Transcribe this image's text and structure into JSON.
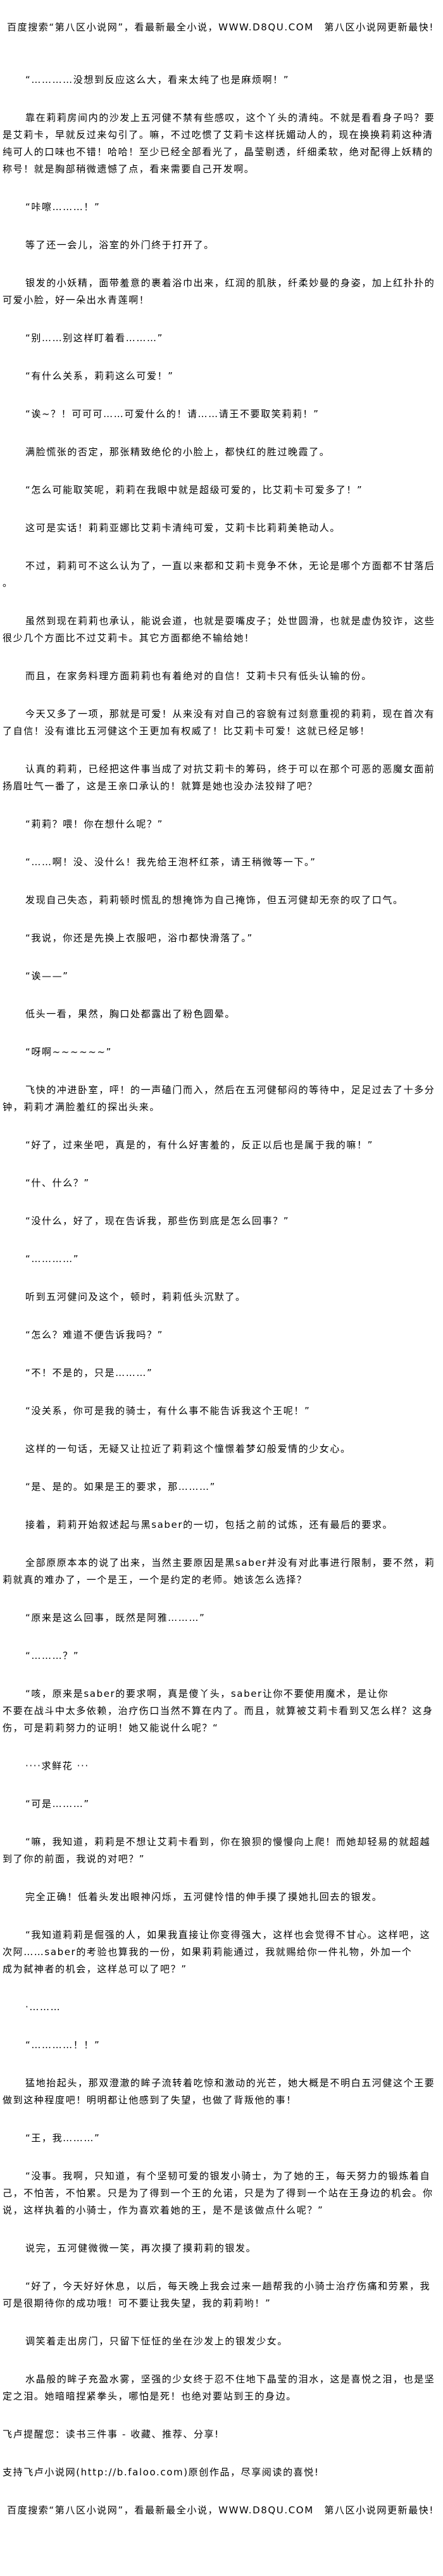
{
  "header_banner": "百度搜索“第八区小说网”，看最新最全小说，WWW.D8QU.COM　第八区小说网更新最快!",
  "paragraphs": [
    "“…………没想到反应这么大，看来太纯了也是麻烦啊！”",
    "靠在莉莉房间内的沙发上五河健不禁有些感叹，这个丫头的清纯。不就是看看身子吗？要是艾莉卡，早就反过来勾引了。嘛，不过吃惯了艾莉卡这样抚媚动人的，现在换换莉莉这种清纯可人的口味也不错！哈哈！至少已经全部看光了，晶莹剔透，纤细柔软，绝对配得上妖精的称号！就是胸部稍微遗憾了点，看来需要自己开发啊。",
    "“咔嚓………！”",
    "等了还一会儿，浴室的外门终于打开了。",
    "银发的小妖精，面带羞意的裹着浴巾出来，红润的肌肤，纤柔妙曼的身姿，加上红扑扑的可爱小脸，好一朵出水青莲啊！",
    "“别……别这样盯着看………”",
    "“有什么关系，莉莉这么可爱！”",
    "“诶~？！可可可……可爱什么的！请……请王不要取笑莉莉！”",
    "满脸慌张的否定，那张精致绝伦的小脸上，都快红的胜过晚霞了。",
    "“怎么可能取笑呢，莉莉在我眼中就是超级可爱的，比艾莉卡可爱多了！”",
    "这可是实话！莉莉亚娜比艾莉卡清纯可爱，艾莉卡比莉莉美艳动人。",
    "不过，莉莉可不这么认为了，一直以来都和艾莉卡竞争不休，无论是哪个方面都不甘落后。",
    "虽然到现在莉莉也承认，能说会道，也就是耍嘴皮子；处世圆滑，也就是虚伪狡诈，这些很少几个方面比不过艾莉卡。其它方面都绝不输给她！",
    "而且，在家务料理方面莉莉也有着绝对的自信！艾莉卡只有低头认输的份。",
    "今天又多了一项，那就是可爱！从来没有对自己的容貌有过刻意重视的莉莉，现在首次有了自信！没有谁比五河健这个王更加有权威了！比艾莉卡可爱！这就已经足够！",
    "认真的莉莉，已经把这件事当成了对抗艾莉卡的筹码，终于可以在那个可恶的恶魔女面前扬眉吐气一番了，这是王亲口承认的！就算是她也没办法狡辩了吧？",
    "“莉莉？喂！你在想什么呢？”",
    "“……啊！没、没什么！我先给王泡杯红茶，请王稍微等一下。”",
    "发现自己失态，莉莉顿时慌乱的想掩饰为自己掩饰，但五河健却无奈的叹了口气。",
    "“我说，你还是先换上衣服吧，浴巾都快滑落了。”",
    "“诶——”",
    "低头一看，果然，胸口处都露出了粉色圆晕。",
    "“呀啊~~~~~~”",
    "飞快的冲进卧室，呯！的一声磕门而入，然后在五河健郁闷的等待中，足足过去了十多分钟，莉莉才满脸羞红的探出头来。",
    "“好了，过来坐吧，真是的，有什么好害羞的，反正以后也是属于我的嘛！”",
    "“什、什么？”",
    "“没什么，好了，现在告诉我，那些伤到底是怎么回事？”",
    "“…………”",
    "听到五河健问及这个，顿时，莉莉低头沉默了。",
    "“怎么？难道不便告诉我吗？”",
    "“不！不是的，只是………”",
    "“没关系，你可是我的骑士，有什么事不能告诉我这个王呢！”",
    "这样的一句话，无疑又让拉近了莉莉这个憧憬着梦幻般爱情的少女心。",
    "“是、是的。如果是王的要求，那………”",
    "接着，莉莉开始叙述起与黑saber的一切，包括之前的试炼，还有最后的要求。",
    "全部原原本本的说了出来，当然主要原因是黑saber并没有对此事进行限制，要不然，莉莉就真的难办了，一个是王，一个是约定的老师。她该怎么选择？",
    "“原来是这么回事，既然是阿雅………”",
    "“………？”",
    "“咳，原来是saber的要求啊，真是傻丫头，saber让你不要使用魔术，是让你\n不要在战斗中太多依赖，治疗伤口当然不算在内了。而且，就算被艾莉卡看到又怎么样？这身伤，可是莉莉努力的证明！她又能说什么呢？“",
    " ····求鲜花 ···",
    "“可是………”",
    "“嘛，我知道，莉莉是不想让艾莉卡看到，你在狼狈的慢慢向上爬！而她却轻易的就超越到了你的前面，我说的对吧？”",
    "完全正确！低着头发出眼神闪烁，五河健怜惜的伸手摸了摸她扎回去的银发。",
    "“我知道莉莉是倔强的人，如果我直接让你变得强大，这样也会觉得不甘心。这样吧，这次阿……saber的考验也算我的一份，如果莉莉能通过，我就赐给你一件礼物，外加一个\n成为弑神者的机会，这样总可以了吧？”",
    "·………",
    "“…………！！”",
    "猛地抬起头，那双澄澈的眸子流转着吃惊和激动的光芒，她大概是不明白五河健这个王要做到这种程度吧！明明都让他感到了失望，也做了背叛他的事！",
    "“王，我………”",
    "“没事。我啊，只知道，有个坚韧可爱的银发小骑士，为了她的王，每天努力的锻炼着自己，不怕苦，不怕累。只是为了得到一个王的允诺，只是为了得到一个站在王身边的机会。你说，这样执着的小骑士，作为喜欢着她的王，是不是该做点什么呢？”",
    "说完，五河健微微一笑，再次摸了摸莉莉的银发。",
    "“好了，今天好好休息，以后，每天晚上我会过来一趟帮我的小骑士治疗伤痛和劳累，我可是很期待你的成功哦！可不要让我失望，我的莉莉哟！”",
    "调笑着走出房门，只留下怔怔的坐在沙发上的银发少女。",
    "水晶般的眸子充盈水雾，坚强的少女终于忍不住地下晶莹的泪水，这是喜悦之泪，也是坚定之泪。她暗暗捏紧拳头，哪怕是死！也绝对要站到王的身边。"
  ],
  "footer_notes": [
    "飞卢提醒您：读书三件事 - 收藏、推荐、分享!",
    "支持飞卢小说网(http://b.faloo.com)原创作品，尽享阅读的喜悦!"
  ],
  "footer_banner": "百度搜索“第八区小说网”，看最新最全小说，WWW.D8QU.COM　第八区小说网更新最快!"
}
